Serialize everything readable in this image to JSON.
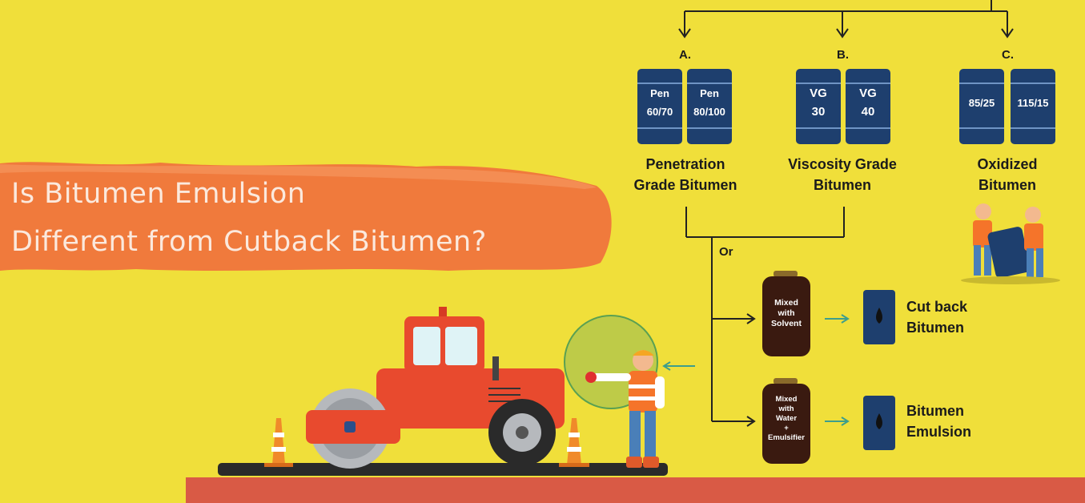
{
  "headline": {
    "line1": "Is Bitumen Emulsion",
    "line2": "Different from Cutback Bitumen?"
  },
  "categories": [
    {
      "letter": "A.",
      "drums": [
        [
          "Pen",
          "60/70"
        ],
        [
          "Pen",
          "80/100"
        ]
      ],
      "caption": [
        "Penetration",
        "Grade Bitumen"
      ]
    },
    {
      "letter": "B.",
      "drums": [
        [
          "VG",
          "30"
        ],
        [
          "VG",
          "40"
        ]
      ],
      "caption": [
        "Viscosity Grade",
        "Bitumen"
      ]
    },
    {
      "letter": "C.",
      "drums": [
        [
          "85/25",
          ""
        ],
        [
          "115/15",
          ""
        ]
      ],
      "caption": [
        "Oxidized",
        "Bitumen"
      ]
    }
  ],
  "branch_label": "Or",
  "processes": [
    {
      "jar_lines": [
        "Mixed",
        "with",
        "Solvent"
      ],
      "result": [
        "Cut back",
        "Bitumen"
      ]
    },
    {
      "jar_lines": [
        "Mixed",
        "with",
        "Water",
        "+",
        "Emulsifier"
      ],
      "result": [
        "Bitumen",
        "Emulsion"
      ]
    }
  ],
  "colors": {
    "background": "#f0df3a",
    "banner": "#f07a3c",
    "drum": "#1e3f6e",
    "jar": "#3a1a10",
    "road": "#d95a45",
    "roller": "#e84a2e"
  }
}
